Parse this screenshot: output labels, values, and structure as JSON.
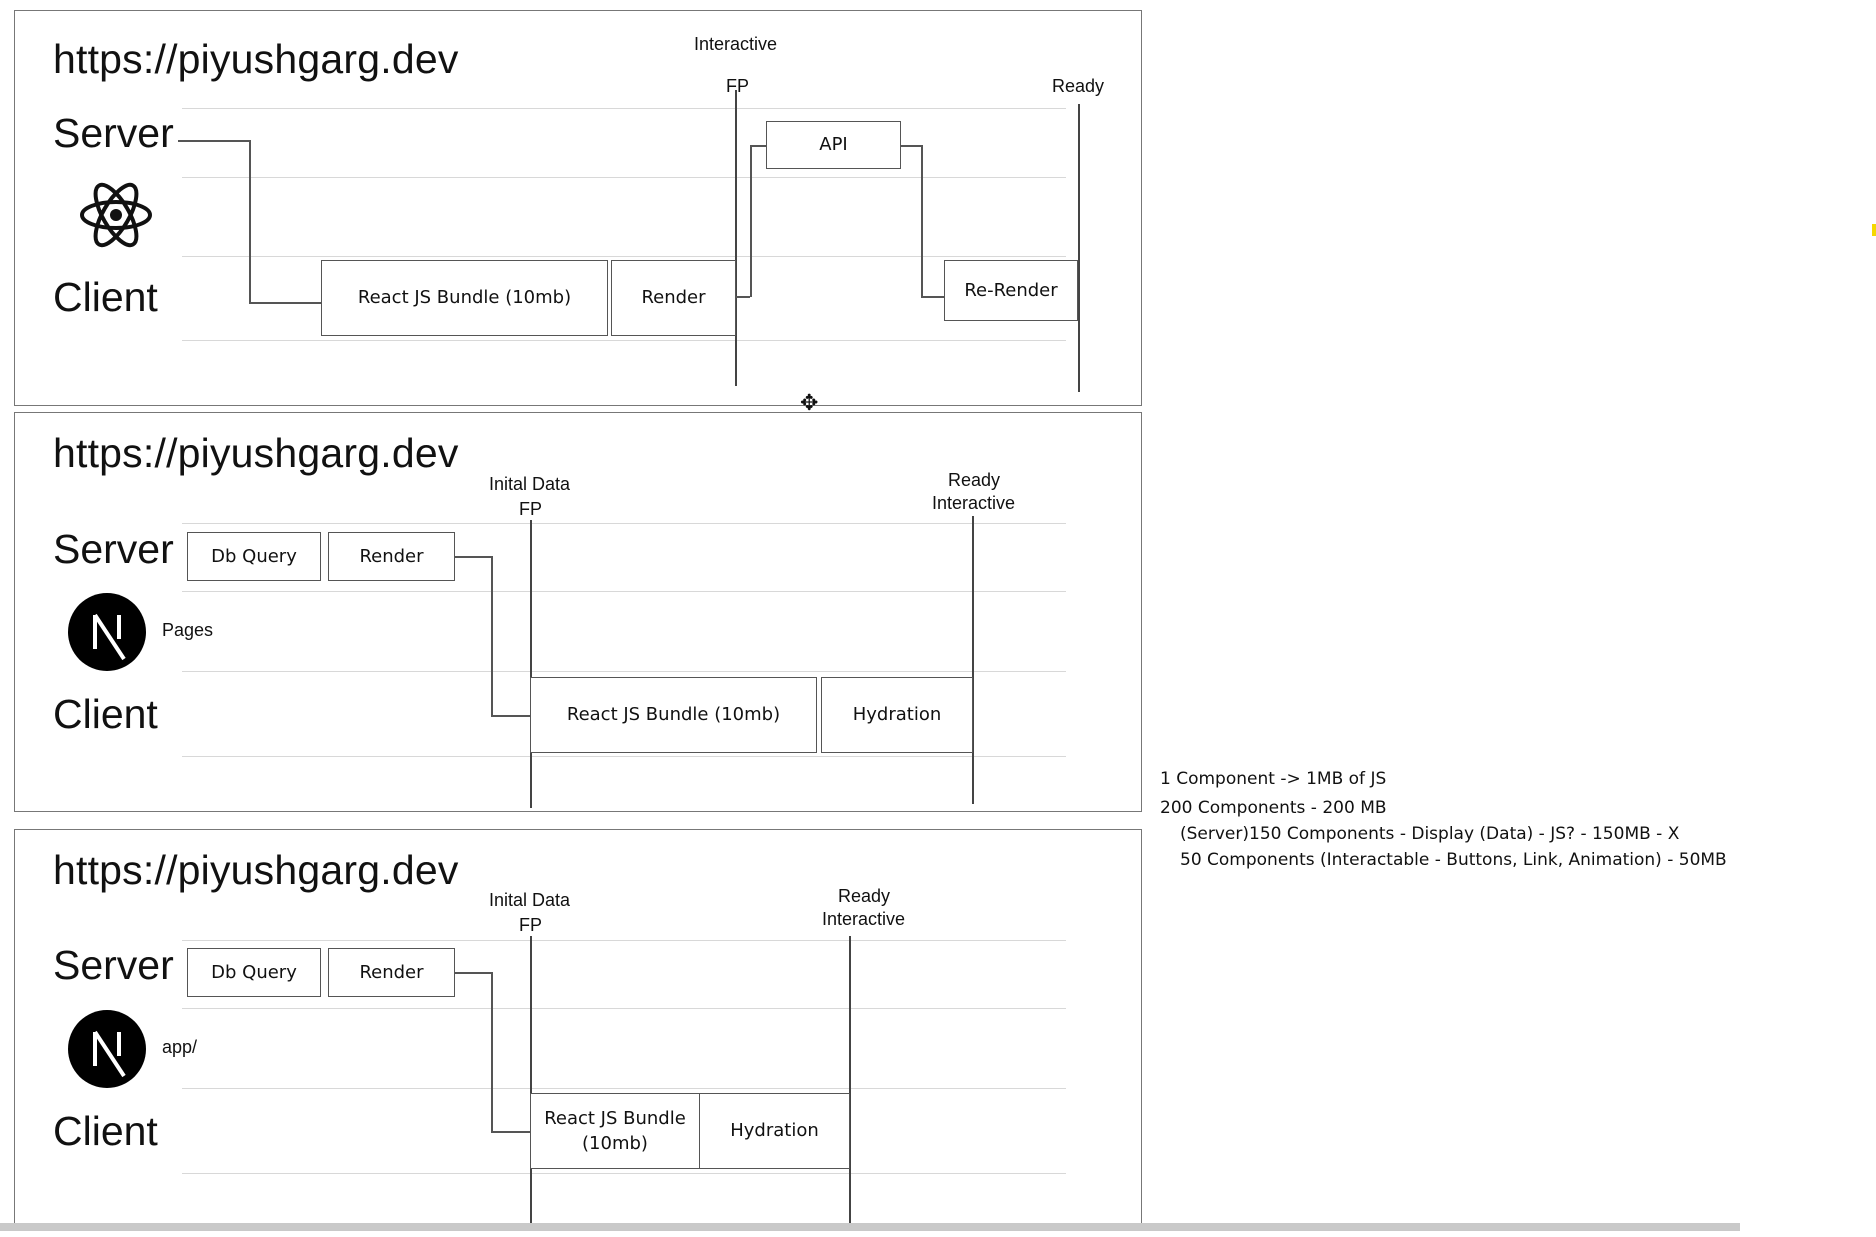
{
  "panel1": {
    "url": "https://piyushgarg.dev",
    "server_label": "Server",
    "client_label": "Client",
    "marker_interactive": "Interactive",
    "marker_fp": "FP",
    "marker_ready": "Ready",
    "boxes": {
      "bundle": "React JS Bundle (10mb)",
      "render": "Render",
      "api": "API",
      "rerender": "Re-Render"
    },
    "logo_icon": "react-logo-icon"
  },
  "panel2": {
    "url": "https://piyushgarg.dev",
    "server_label": "Server",
    "client_label": "Client",
    "router_label": "Pages",
    "marker_initial_data": "Inital Data",
    "marker_fp": "FP",
    "marker_ready": "Ready",
    "marker_interactive": "Interactive",
    "boxes": {
      "db_query": "Db Query",
      "render": "Render",
      "bundle": "React JS Bundle (10mb)",
      "hydration": "Hydration"
    },
    "logo_icon": "nextjs-logo-icon"
  },
  "panel3": {
    "url": "https://piyushgarg.dev",
    "server_label": "Server",
    "client_label": "Client",
    "router_label": "app/",
    "marker_initial_data": "Inital Data",
    "marker_fp": "FP",
    "marker_ready": "Ready",
    "marker_interactive": "Interactive",
    "boxes": {
      "db_query": "Db Query",
      "render": "Render",
      "bundle_line1": "React JS Bundle",
      "bundle_line2": "(10mb)",
      "hydration": "Hydration"
    },
    "logo_icon": "nextjs-logo-icon"
  },
  "notes": {
    "line1": "1 Component -> 1MB of JS",
    "line2": "200 Components - 200 MB",
    "line3": "(Server)150 Components - Display (Data) - JS? - 150MB - X",
    "line4": "50 Components (Interactable - Buttons, Link, Animation) - 50MB"
  },
  "colors": {
    "border": "#777777",
    "line": "#555555",
    "grid": "#d8d8d8",
    "accent_marker": "#f5d800"
  }
}
